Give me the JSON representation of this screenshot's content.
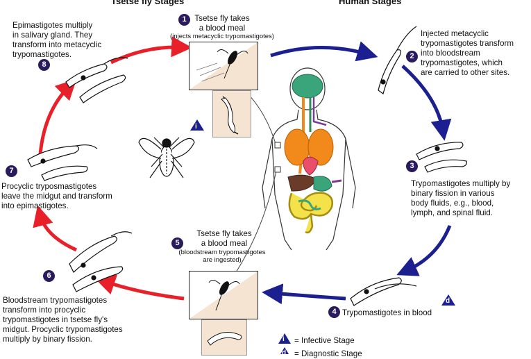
{
  "headers": {
    "left": "Tsetse fly Stages",
    "right": "Human Stages"
  },
  "stages": [
    {
      "num": "1",
      "title": "Tsetse fly takes\na blood meal",
      "sub": "(injects metacyclic trypomastigotes)"
    },
    {
      "num": "2",
      "text": "Injected metacyclic\ntrypomastigotes transform\ninto bloodstream\ntrypomastigotes, which\nare carried to other sites."
    },
    {
      "num": "3",
      "text": "Trypomastigotes multiply by\nbinary fission in various\nbody fluids, e.g., blood,\nlymph, and spinal fluid."
    },
    {
      "num": "4",
      "text": "Trypomastigotes in blood"
    },
    {
      "num": "5",
      "title": "Tsetse fly takes\na blood meal",
      "sub": "(bloodstream trypomastigotes\nare ingested)"
    },
    {
      "num": "6",
      "text": "Bloodstream trypomastigotes\ntransform into procyclic\ntrypomastigotes in tsetse fly's\nmidgut. Procyclic trypomastigotes\nmultiply by binary fission."
    },
    {
      "num": "7",
      "text": "Procyclic tryposmastigotes\nleave the midgut and transform\ninto epimastigotes."
    },
    {
      "num": "8",
      "text": "Epimastigotes multiply\nin salivary gland. They\ntransform into metacyclic\ntrypomastigotes."
    }
  ],
  "markers": {
    "infective": "i",
    "diagnostic": "d"
  },
  "legend": {
    "infective_label": "= Infective Stage",
    "diagnostic_label": "= Diagnostic Stage"
  },
  "colors": {
    "tsetse_arrow": "#e8202a",
    "human_arrow": "#1b1f8f",
    "badge": "#2a1a5e"
  }
}
